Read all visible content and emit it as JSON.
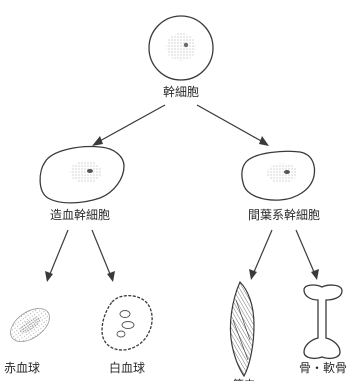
{
  "nodes": {
    "root": {
      "label": "幹細胞"
    },
    "hematopoietic": {
      "label": "造血幹細胞"
    },
    "mesenchymal": {
      "label": "間葉系幹細胞"
    },
    "red_blood_cell": {
      "label": "赤血球"
    },
    "white_blood_cell": {
      "label": "白血球"
    },
    "muscle": {
      "label": "筋肉"
    },
    "bone_cartilage": {
      "label": "骨・軟骨"
    }
  },
  "colors": {
    "line": "#3a3a3a",
    "stipple": "#9a9a9a"
  }
}
